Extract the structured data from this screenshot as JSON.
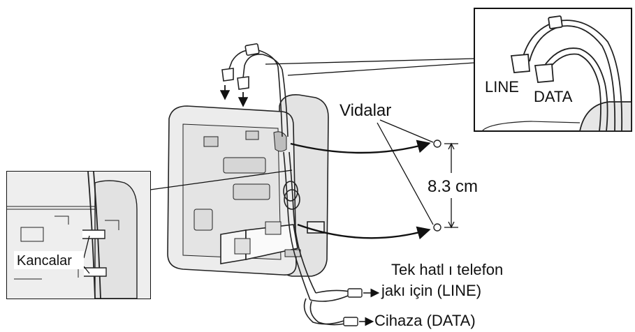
{
  "labels": {
    "line": "LINE",
    "data": "DATA",
    "screws": "Vidalar",
    "distance": "8.3 cm",
    "hooks": "Kancalar",
    "single_line_jack_1": "Tek hatl ı telefon",
    "single_line_jack_2": "jakı için (LINE)",
    "to_device": "Cihaza (DATA)"
  },
  "colors": {
    "ink": "#111111",
    "body_fill": "#e9e9e9",
    "body_dark": "#cfcfcf",
    "background": "#ffffff"
  }
}
